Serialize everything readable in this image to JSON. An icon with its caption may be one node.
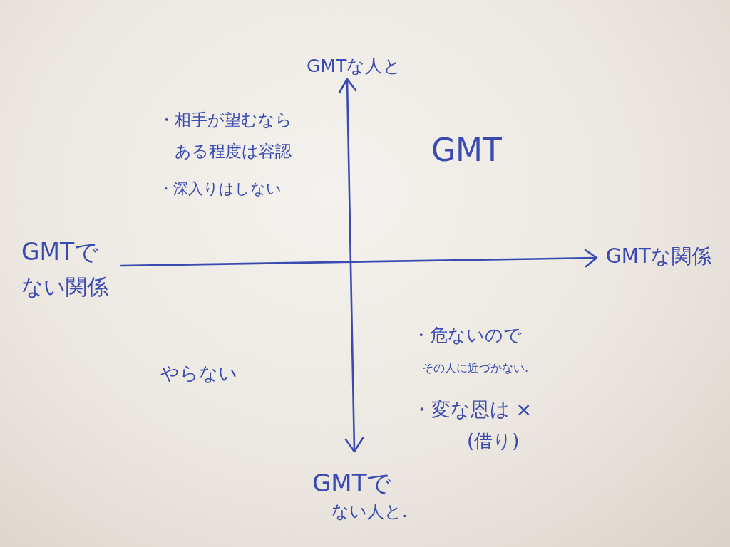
{
  "diagram": {
    "labels": [
      "GMTな人と",
      "・相手が望むならある程度は容認",
      "GMT",
      "・深入りはしない",
      "GMTでない関係",
      "GMTな関係",
      "・危ないのでその人に近づかない.",
      "やらない",
      "・変な恩は ×",
      "(借り)",
      "GMTでない人と."
    ]
  }
}
